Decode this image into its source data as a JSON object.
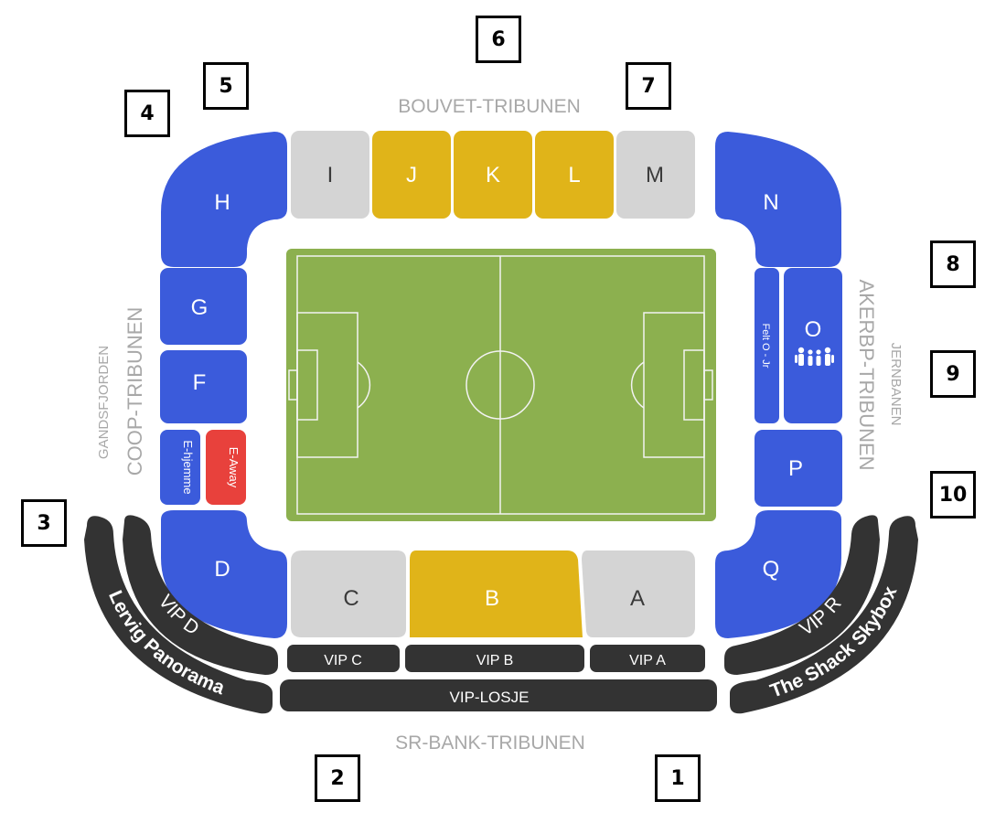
{
  "stands": {
    "north": "BOUVET-TRIBUNEN",
    "south": "SR-BANK-TRIBUNEN",
    "west": "COOP-TRIBUNEN",
    "west_outer": "GANDSFJORDEN",
    "east": "AKERBP-TRIBUNEN",
    "east_outer": "JERNBANEN"
  },
  "sections": {
    "H": "H",
    "I": "I",
    "J": "J",
    "K": "K",
    "L": "L",
    "M": "M",
    "N": "N",
    "G": "G",
    "F": "F",
    "E_home": "E-hjemme",
    "E_away": "E-Away",
    "D": "D",
    "C": "C",
    "B": "B",
    "A": "A",
    "Q": "Q",
    "P": "P",
    "O": "O",
    "O_family": "Felt O - Jr"
  },
  "vip": {
    "vip_d": "VIP D",
    "lervig": "Lervig Panorama",
    "vip_c": "VIP C",
    "vip_b": "VIP B",
    "vip_a": "VIP A",
    "losje": "VIP-LOSJE",
    "vip_r": "VIP R",
    "skybox": "The Shack Skybox"
  },
  "markers": [
    "1",
    "2",
    "3",
    "4",
    "5",
    "6",
    "7",
    "8",
    "9",
    "10"
  ],
  "icons": {
    "family": "family-icon"
  },
  "colors": {
    "blue": "#3b5bdb",
    "yellow": "#e0b419",
    "grey": "#d4d4d4",
    "dark": "#333333",
    "red": "#e8413c",
    "pitch": "#8cb04f"
  }
}
